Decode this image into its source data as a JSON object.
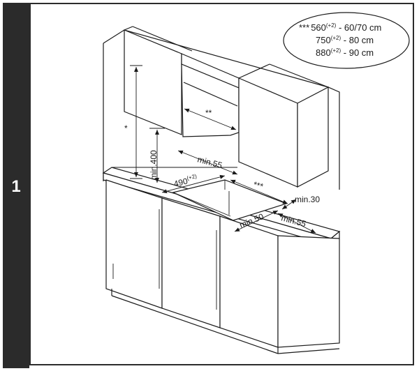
{
  "step": {
    "number": "1"
  },
  "legend": {
    "marker": "***",
    "lines": [
      {
        "base": "560",
        "sup": "(+2)",
        "rest": " - 60/70 cm"
      },
      {
        "base": "750",
        "sup": "(+2)",
        "rest": " - 80 cm"
      },
      {
        "base": "880",
        "sup": "(+2)",
        "rest": " - 90 cm"
      }
    ]
  },
  "dimensions": {
    "star": "*",
    "double_star": "**",
    "triple_star": "***",
    "min_400": "min.400",
    "min_55_back": "min.55",
    "cutout_width": "490",
    "cutout_width_sup": "(+2)",
    "min_30": "min.30",
    "min_50": "min.50",
    "min_55_front": "min.55"
  },
  "colors": {
    "line": "#1a1a1a",
    "step_bar": "#2b2b2b",
    "background": "#ffffff"
  }
}
